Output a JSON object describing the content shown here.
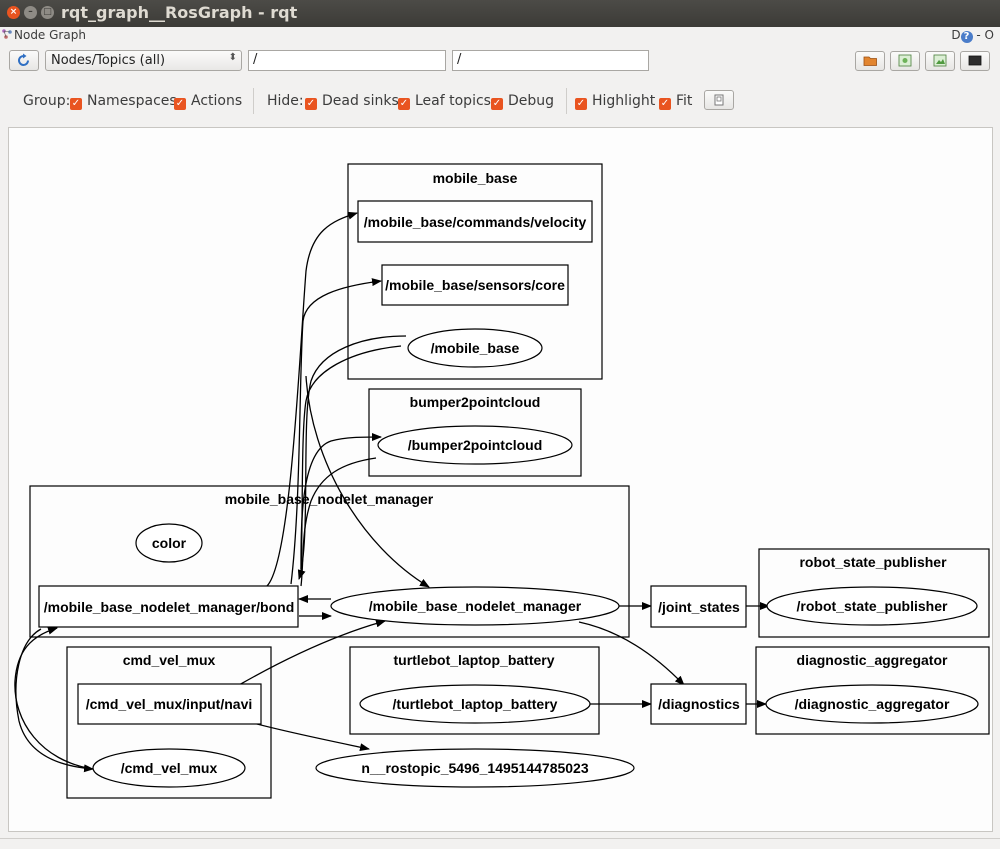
{
  "window": {
    "title": "rqt_graph__RosGraph - rqt",
    "close_glyph": "×",
    "min_glyph": "–",
    "max_glyph": "□"
  },
  "dock": {
    "title": "Node Graph",
    "right_text": "D",
    "help_glyph": "?",
    "float_glyph": "- O"
  },
  "toolbar": {
    "refresh_icon": "refresh-icon",
    "mode_value": "Nodes/Topics (all)",
    "mode_arrow": "⬍",
    "filter_value": "/",
    "exclude_value": "/"
  },
  "options": {
    "group_label": "Group:",
    "namespaces_label": "Namespaces",
    "actions_label": "Actions",
    "hide_label": "Hide:",
    "dead_sinks_label": "Dead sinks",
    "leaf_topics_label": "Leaf topics",
    "debug_label": "Debug",
    "highlight_label": "Highlight",
    "fit_label": "Fit",
    "check_glyph": "✓"
  },
  "graph": {
    "clusters": {
      "mobile_base": "mobile_base",
      "bumper2pointcloud": "bumper2pointcloud",
      "nodelet_manager": "mobile_base_nodelet_manager",
      "robot_state_publisher": "robot_state_publisher",
      "cmd_vel_mux": "cmd_vel_mux",
      "turtlebot_laptop_battery": "turtlebot_laptop_battery",
      "diagnostic_aggregator": "diagnostic_aggregator"
    },
    "topics": {
      "commands_velocity": "/mobile_base/commands/velocity",
      "sensors_core": "/mobile_base/sensors/core",
      "bond": "/mobile_base_nodelet_manager/bond",
      "joint_states": "/joint_states",
      "input_navi": "/cmd_vel_mux/input/navi",
      "diagnostics": "/diagnostics"
    },
    "nodes": {
      "mobile_base": "/mobile_base",
      "bumper2pointcloud": "/bumper2pointcloud",
      "color": "color",
      "nodelet_manager": "/mobile_base_nodelet_manager",
      "robot_state_publisher": "/robot_state_publisher",
      "turtlebot_laptop_battery": "/turtlebot_laptop_battery",
      "diagnostic_aggregator": "/diagnostic_aggregator",
      "cmd_vel_mux": "/cmd_vel_mux",
      "rostopic": "n__rostopic_5496_1495144785023"
    }
  }
}
